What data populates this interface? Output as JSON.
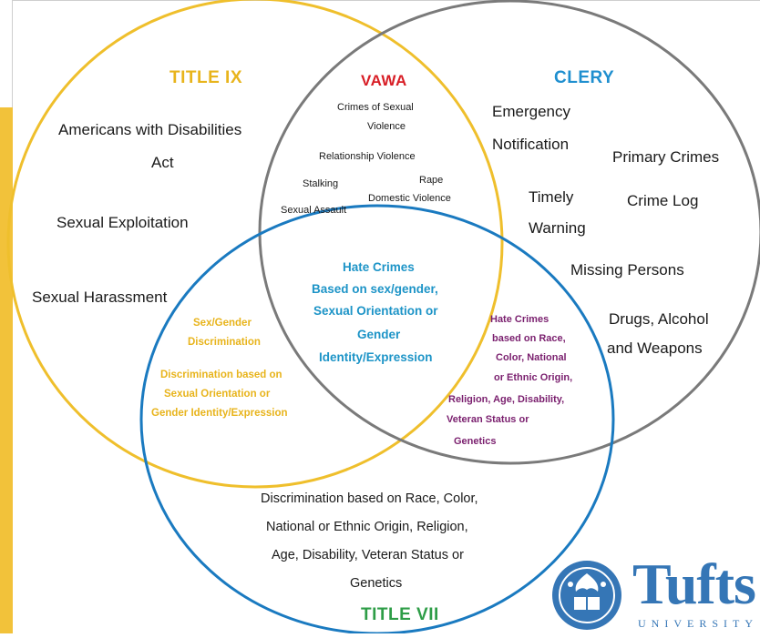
{
  "colors": {
    "title_ix": "#e8b41c",
    "vawa": "#d81e26",
    "clery": "#1f8fcf",
    "title_vii": "#2e9d47",
    "clery_circle": "#7a7a7a",
    "title_vii_circle": "#1a7ac0",
    "shared_blue_text": "#1d94c7",
    "purple_text": "#7a1f6e",
    "logo_blue": "#3576b6",
    "side_bar": "#f2c23a"
  },
  "titles": {
    "title_ix": "TITLE IX",
    "vawa": "VAWA",
    "clery": "CLERY",
    "title_vii": "TITLE VII"
  },
  "title_ix_only": {
    "ada_line1": "Americans with Disabilities",
    "ada_line2": "Act",
    "exploitation": "Sexual Exploitation",
    "harassment": "Sexual Harassment"
  },
  "vawa_items": {
    "crimes_line1": "Crimes of Sexual",
    "crimes_line2": "Violence",
    "relationship": "Relationship Violence",
    "stalking": "Stalking",
    "rape": "Rape",
    "domestic": "Domestic Violence",
    "assault": "Sexual Assault"
  },
  "clery_only": {
    "emergency_line1": "Emergency",
    "emergency_line2": "Notification",
    "primary": "Primary Crimes",
    "timely_line1": "Timely",
    "timely_line2": "Warning",
    "crime_log": "Crime Log",
    "missing": "Missing Persons",
    "drugs_line1": "Drugs, Alcohol",
    "drugs_line2": "and Weapons"
  },
  "ix_vii_overlap": {
    "sexgender_line1": "Sex/Gender",
    "sexgender_line2": "Discrimination",
    "orient_line1": "Discrimination based on",
    "orient_line2": "Sexual Orientation or",
    "orient_line3": "Gender Identity/Expression"
  },
  "center_overlap": {
    "line1": "Hate Crimes",
    "line2": "Based on sex/gender,",
    "line3": "Sexual Orientation or",
    "line4": "Gender",
    "line5": "Identity/Expression"
  },
  "clery_vii_overlap": {
    "line1": "Hate Crimes",
    "line2": "based on Race,",
    "line3": "Color, National",
    "line4": "or Ethnic Origin,",
    "line5": "Religion, Age, Disability,",
    "line6": "Veteran Status or",
    "line7": "Genetics"
  },
  "title_vii_only": {
    "line1": "Discrimination based on Race, Color,",
    "line2": "National or Ethnic Origin, Religion,",
    "line3": "Age, Disability, Veteran Status or",
    "line4": "Genetics"
  },
  "logo": {
    "name": "Tufts",
    "subtitle": "UNIVERSITY"
  }
}
